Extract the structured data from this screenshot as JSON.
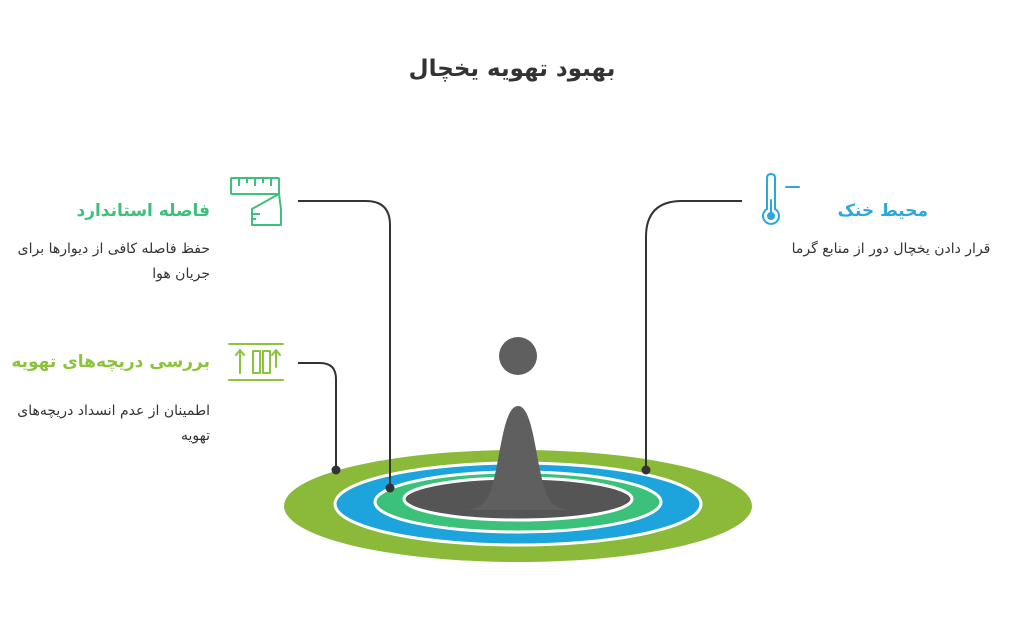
{
  "title": "بهبود تهویه یخچال",
  "items": [
    {
      "id": "cool-environment",
      "heading": "محیط خنک",
      "description": "قرار دادن یخچال دور از منابع گرما",
      "icon": "thermometer-icon",
      "color": "#2aa7dd"
    },
    {
      "id": "standard-distance",
      "heading": "فاصله استاندارد",
      "description": "حفظ فاصله کافی از دیوارها برای جریان هوا",
      "icon": "measuring-tape-icon",
      "color": "#3cc17a"
    },
    {
      "id": "check-vents",
      "heading": "بررسی دریچه‌های تهویه",
      "description": "اطمینان از عدم انسداد دریچه‌های تهویه",
      "icon": "vent-icon",
      "color": "#8bc43c"
    }
  ],
  "colors": {
    "outer_ring": "#8bba3a",
    "blue_ring": "#1ea4dc",
    "green_ring": "#3cc17a",
    "core": "#555555",
    "connector": "#333333"
  }
}
